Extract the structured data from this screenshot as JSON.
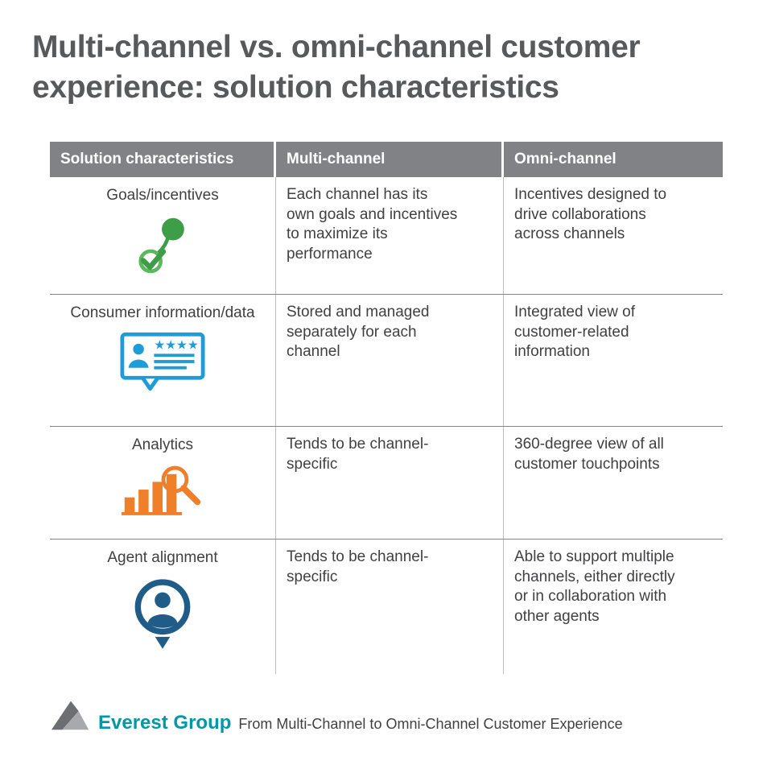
{
  "title": "Multi-channel vs. omni-channel customer experience: solution characteristics",
  "table": {
    "headers": [
      "Solution characteristics",
      "Multi-channel",
      "Omni-channel"
    ],
    "rows": [
      {
        "characteristic": "Goals/incentives",
        "icon": "goal-pin-check-icon",
        "multi_channel": "Each channel has its own goals and incentives to maximize its performance",
        "omni_channel": "Incentives designed to drive collaborations across channels"
      },
      {
        "characteristic": "Consumer information/data",
        "icon": "customer-card-icon",
        "multi_channel": "Stored and managed separately for each channel",
        "omni_channel": "Integrated view of customer-related information"
      },
      {
        "characteristic": "Analytics",
        "icon": "bar-chart-magnifier-icon",
        "multi_channel": "Tends to be channel-specific",
        "omni_channel": "360-degree view of all customer touchpoints"
      },
      {
        "characteristic": "Agent alignment",
        "icon": "agent-person-pin-icon",
        "multi_channel": "Tends to be channel-specific",
        "omni_channel": "Able to support multiple channels, either directly or in collaboration with other agents"
      }
    ]
  },
  "footer": {
    "logo_text": "Everest Group",
    "caption": "From Multi-Channel to Omni-Channel Customer Experience"
  },
  "colors": {
    "header_bg": "#808285",
    "title_text": "#58595b",
    "body_text": "#414042",
    "goals_icon_green": "#3e9e47",
    "goals_icon_light_green": "#5cb85c",
    "consumer_icon_blue": "#1e9cd8",
    "analytics_icon_orange": "#f07f2a",
    "agent_icon_dark_blue": "#1f5c88",
    "logo_teal": "#0097a9"
  }
}
